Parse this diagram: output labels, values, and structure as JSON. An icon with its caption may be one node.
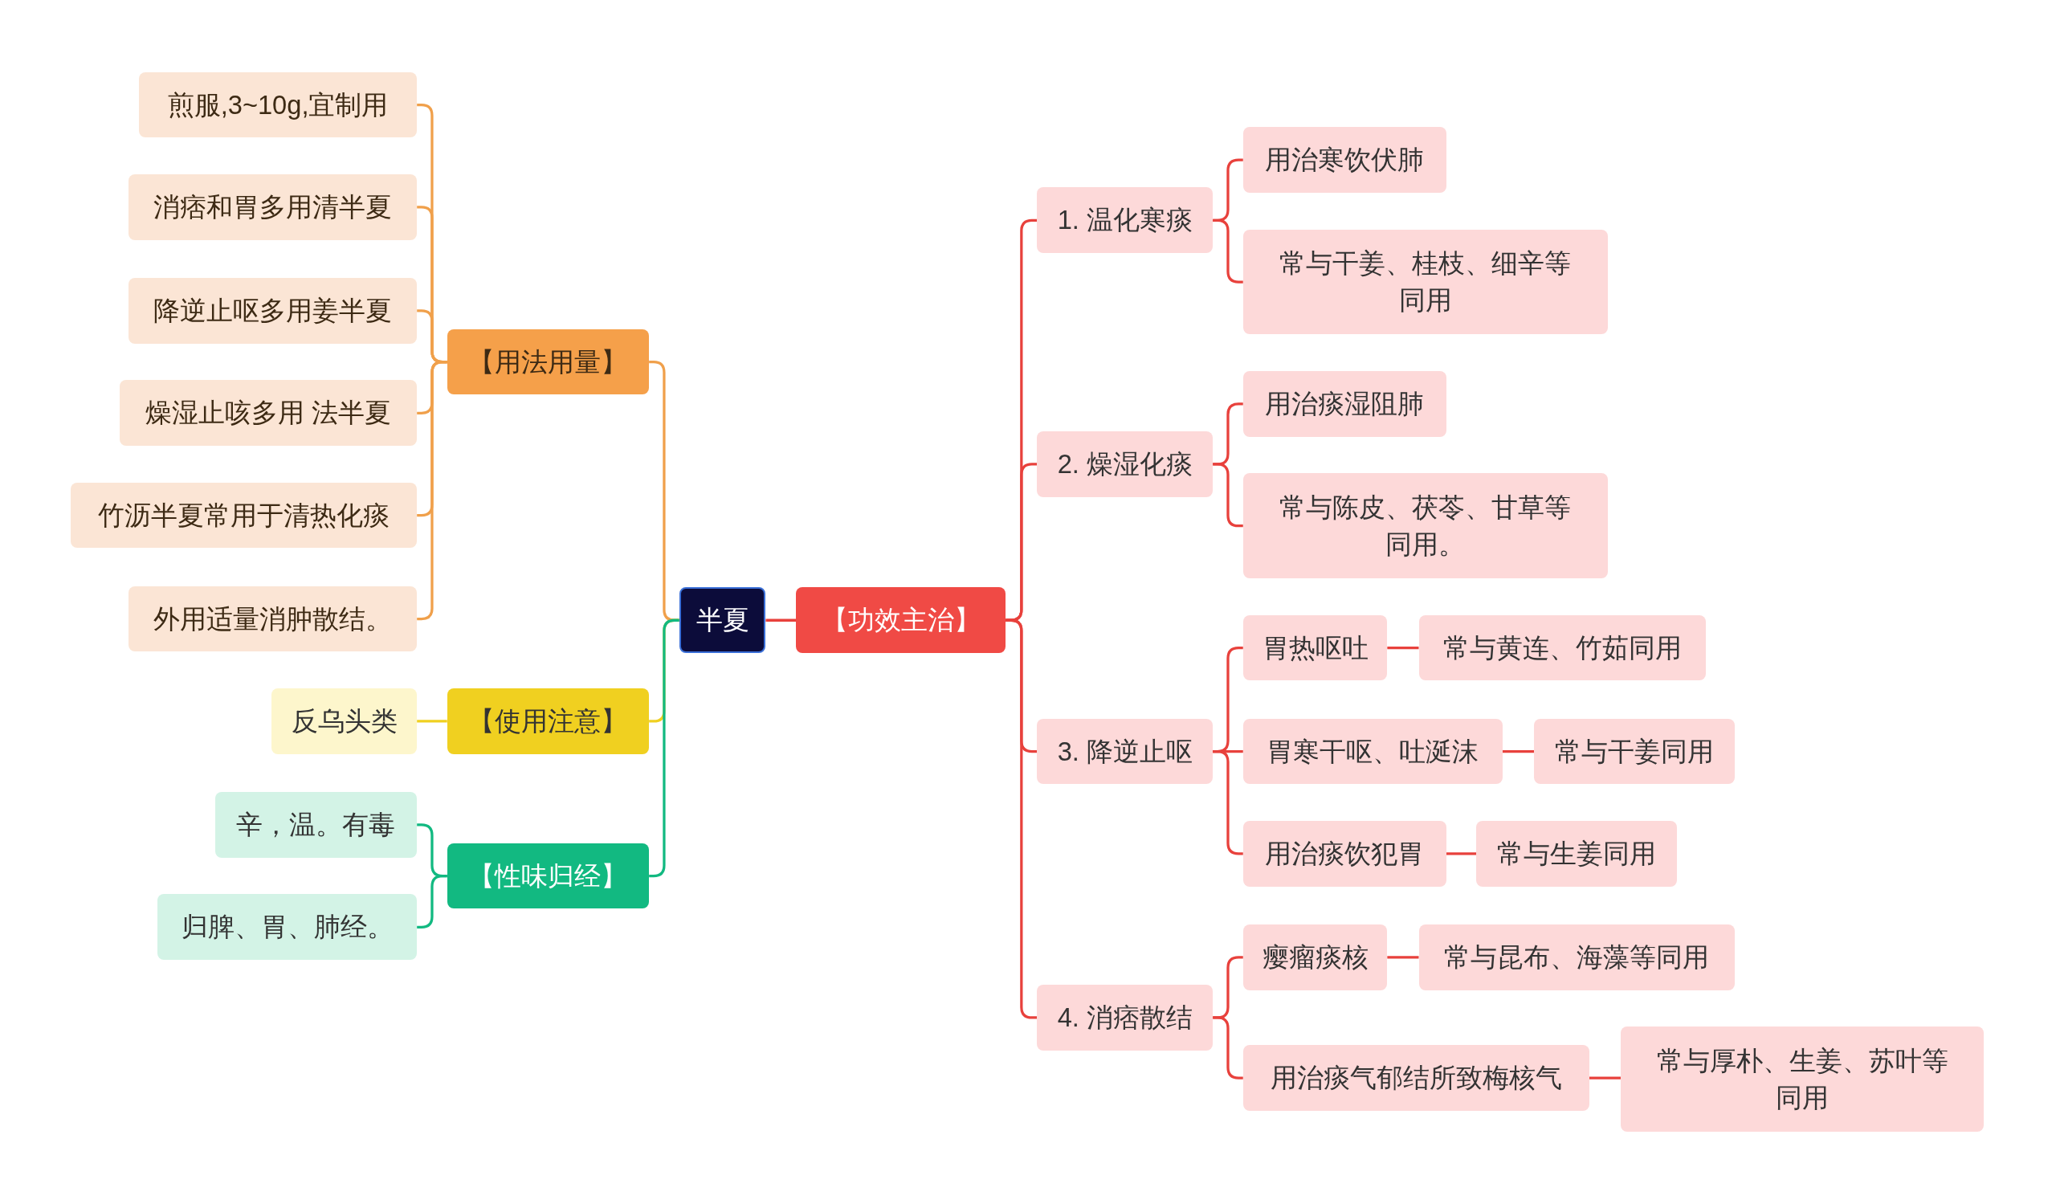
{
  "diagram": {
    "nodes": [
      {
        "text": [
          "半夏"
        ]
      },
      {
        "text": [
          "【功效主治】"
        ]
      },
      {
        "text": [
          "【用法用量】"
        ]
      },
      {
        "text": [
          "煎服,3~10g,宜制用"
        ]
      },
      {
        "text": [
          "消痞和胃多用清半夏"
        ]
      },
      {
        "text": [
          "降逆止呕多用姜半夏"
        ]
      },
      {
        "text": [
          "燥湿止咳多用 法半夏"
        ]
      },
      {
        "text": [
          "竹沥半夏常用于清热化痰"
        ]
      },
      {
        "text": [
          "外用适量消肿散结。"
        ]
      },
      {
        "text": [
          "【使用注意】"
        ]
      },
      {
        "text": [
          "反乌头类"
        ]
      },
      {
        "text": [
          "【性味归经】"
        ]
      },
      {
        "text": [
          "辛，温。有毒"
        ]
      },
      {
        "text": [
          "归脾、胃、肺经。"
        ]
      },
      {
        "text": [
          "1. 温化寒痰"
        ]
      },
      {
        "text": [
          "用治寒饮伏肺"
        ]
      },
      {
        "text": [
          "常与干姜、桂枝、细辛等同用"
        ]
      },
      {
        "text": [
          "2. 燥湿化痰"
        ]
      },
      {
        "text": [
          "用治痰湿阻肺"
        ]
      },
      {
        "text": [
          "常与陈皮、茯苓、甘草等同用。"
        ]
      },
      {
        "text": [
          "3. 降逆止呕"
        ]
      },
      {
        "text": [
          "胃热呕吐"
        ]
      },
      {
        "text": [
          "常与黄连、竹茹同用"
        ]
      },
      {
        "text": [
          "胃寒干呕、吐涎沫"
        ]
      },
      {
        "text": [
          "常与干姜同用"
        ]
      },
      {
        "text": [
          "用治痰饮犯胃"
        ]
      },
      {
        "text": [
          "常与生姜同用"
        ]
      },
      {
        "text": [
          "4. 消痞散结"
        ]
      },
      {
        "text": [
          "瘿瘤痰核"
        ]
      },
      {
        "text": [
          "常与昆布、海藻等同用"
        ]
      },
      {
        "text": [
          "用治痰气郁结所致梅核气"
        ]
      },
      {
        "text": [
          "常与厚朴、生姜、苏叶等同用"
        ]
      }
    ],
    "edges": [
      {
        "from": 0,
        "to": 1,
        "arrow": "none"
      },
      {
        "from": 0,
        "to": 2,
        "arrow": "none",
        "color": "#f0a04b"
      },
      {
        "from": 0,
        "to": 9,
        "arrow": "none",
        "color": "#f0d020"
      },
      {
        "from": 0,
        "to": 11,
        "arrow": "none",
        "color": "#12b981"
      },
      {
        "from": 2,
        "to": 3,
        "arrow": "none",
        "color": "#f0a04b"
      },
      {
        "from": 2,
        "to": 4,
        "arrow": "none",
        "color": "#f0a04b"
      },
      {
        "from": 2,
        "to": 5,
        "arrow": "none",
        "color": "#f0a04b"
      },
      {
        "from": 2,
        "to": 6,
        "arrow": "none",
        "color": "#f0a04b"
      },
      {
        "from": 2,
        "to": 7,
        "arrow": "none",
        "color": "#f0a04b"
      },
      {
        "from": 2,
        "to": 8,
        "arrow": "none",
        "color": "#f0a04b"
      },
      {
        "from": 9,
        "to": 10,
        "arrow": "none",
        "color": "#f0d020"
      },
      {
        "from": 11,
        "to": 12,
        "arrow": "none",
        "color": "#12b981"
      },
      {
        "from": 11,
        "to": 13,
        "arrow": "none",
        "color": "#12b981"
      },
      {
        "from": 1,
        "to": 14,
        "arrow": "none"
      },
      {
        "from": 1,
        "to": 17,
        "arrow": "none"
      },
      {
        "from": 1,
        "to": 20,
        "arrow": "none"
      },
      {
        "from": 1,
        "to": 27,
        "arrow": "none"
      },
      {
        "from": 14,
        "to": 15,
        "arrow": "none"
      },
      {
        "from": 14,
        "to": 16,
        "arrow": "none"
      },
      {
        "from": 17,
        "to": 18,
        "arrow": "none"
      },
      {
        "from": 17,
        "to": 19,
        "arrow": "none"
      },
      {
        "from": 20,
        "to": 21,
        "arrow": "none"
      },
      {
        "from": 20,
        "to": 23,
        "arrow": "none"
      },
      {
        "from": 20,
        "to": 25,
        "arrow": "none"
      },
      {
        "from": 21,
        "to": 22,
        "arrow": "none"
      },
      {
        "from": 23,
        "to": 24,
        "arrow": "none"
      },
      {
        "from": 25,
        "to": 26,
        "arrow": "none"
      },
      {
        "from": 27,
        "to": 28,
        "arrow": "none"
      },
      {
        "from": 27,
        "to": 30,
        "arrow": "none"
      },
      {
        "from": 28,
        "to": 29,
        "arrow": "none"
      },
      {
        "from": 30,
        "to": 31,
        "arrow": "none"
      }
    ]
  }
}
